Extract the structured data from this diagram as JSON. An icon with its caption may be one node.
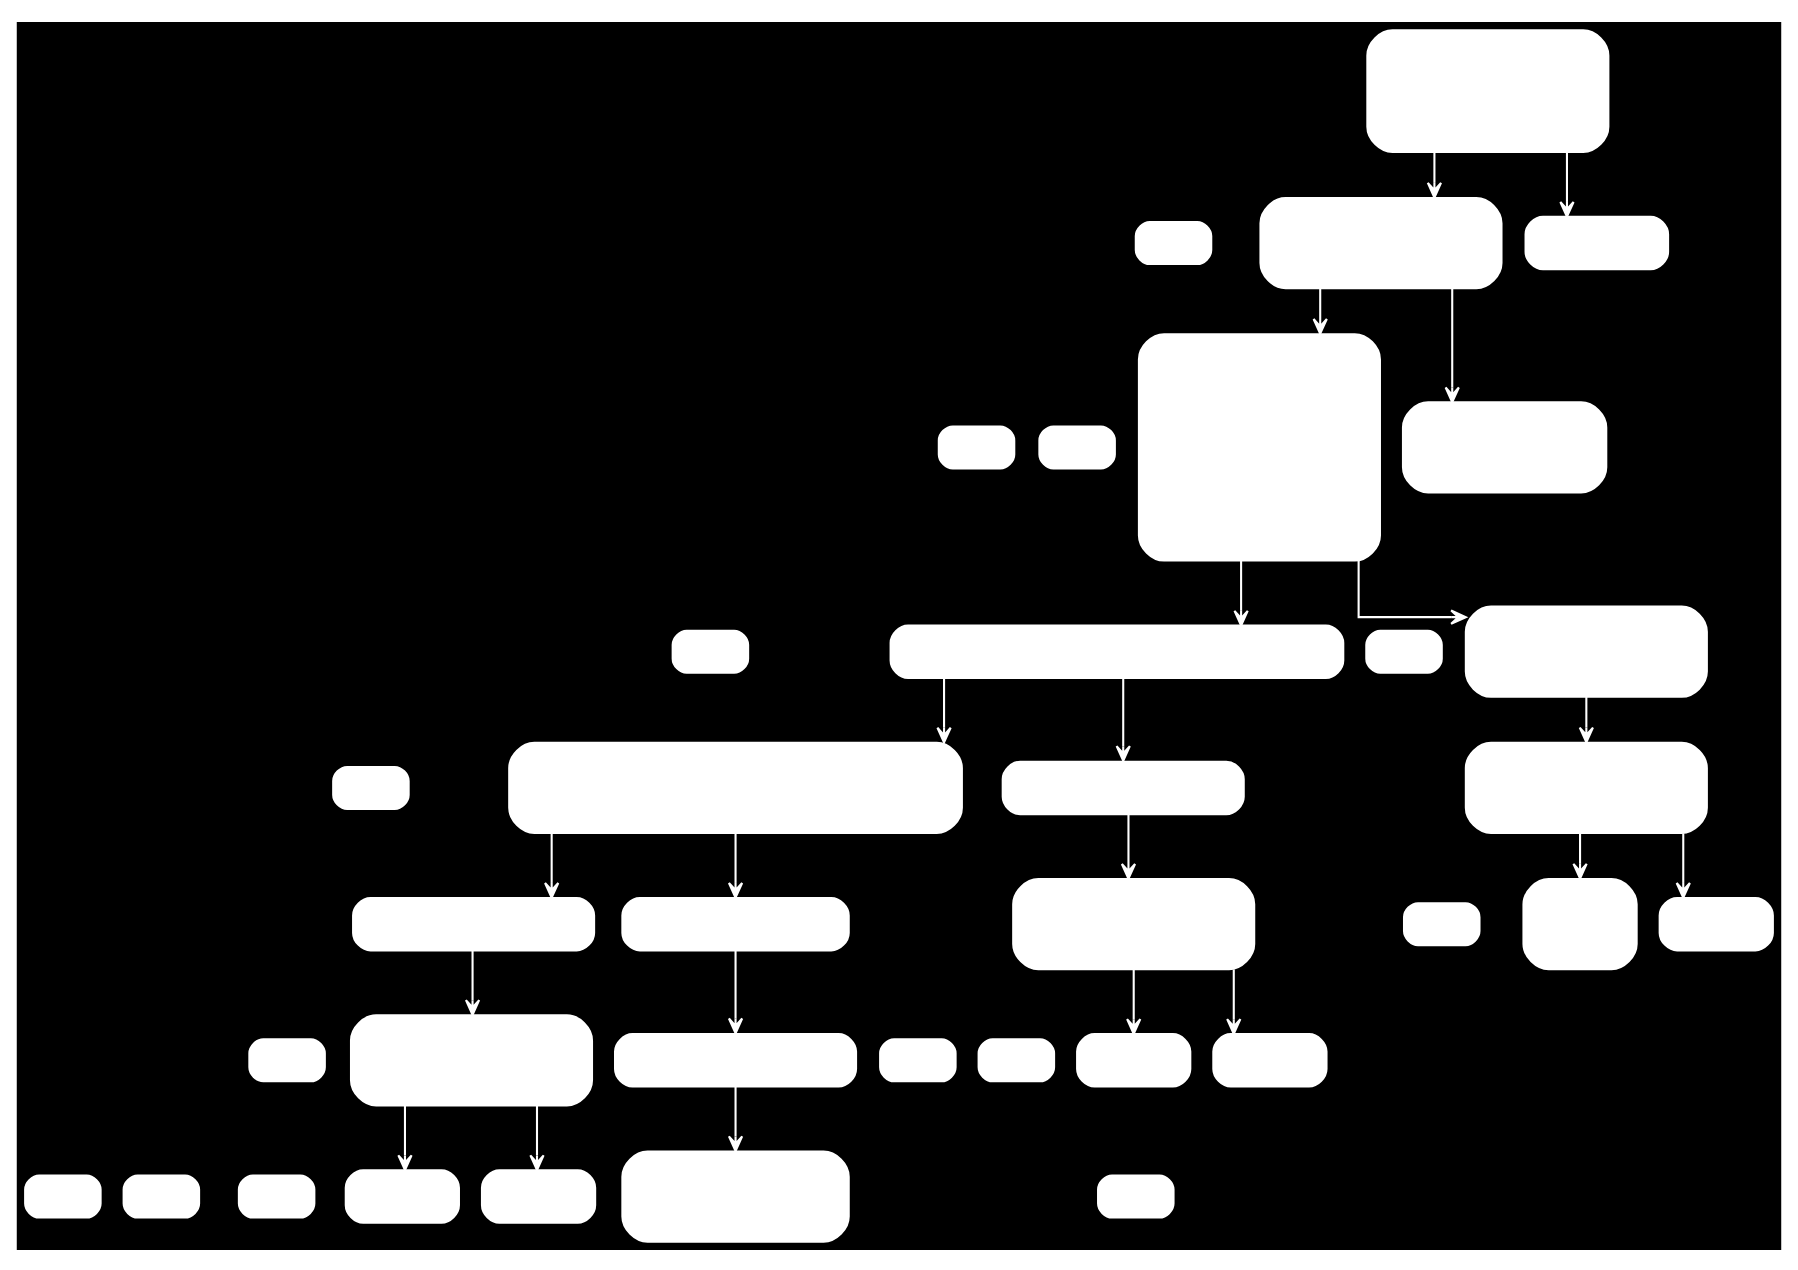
{
  "diagram": {
    "nodes": [
      {
        "text": [],
        "shape": "box"
      },
      {
        "text": [],
        "shape": "box"
      },
      {
        "text": [],
        "shape": "box"
      },
      {
        "text": [],
        "shape": "box"
      },
      {
        "text": [],
        "shape": "box"
      },
      {
        "text": [],
        "shape": "box"
      },
      {
        "text": [],
        "shape": "box"
      },
      {
        "text": [],
        "shape": "box"
      },
      {
        "text": [],
        "shape": "box"
      },
      {
        "text": [],
        "shape": "box"
      },
      {
        "text": [],
        "shape": "box"
      },
      {
        "text": [],
        "shape": "box"
      },
      {
        "text": [],
        "shape": "box"
      },
      {
        "text": [],
        "shape": "box"
      },
      {
        "text": [],
        "shape": "box"
      },
      {
        "text": [],
        "shape": "box"
      },
      {
        "text": [],
        "shape": "box"
      },
      {
        "text": [],
        "shape": "box"
      },
      {
        "text": [],
        "shape": "box"
      },
      {
        "text": [],
        "shape": "box"
      },
      {
        "text": [],
        "shape": "box"
      },
      {
        "text": [],
        "shape": "box"
      },
      {
        "text": [],
        "shape": "box"
      },
      {
        "text": [],
        "shape": "box"
      },
      {
        "text": [],
        "shape": "box"
      },
      {
        "text": [],
        "shape": "box"
      },
      {
        "text": [],
        "shape": "box"
      },
      {
        "text": [],
        "shape": "box"
      },
      {
        "text": [],
        "shape": "box"
      },
      {
        "text": [],
        "shape": "box"
      },
      {
        "text": [],
        "shape": "box"
      },
      {
        "text": [],
        "shape": "box"
      },
      {
        "text": [],
        "shape": "box"
      },
      {
        "text": [],
        "shape": "box"
      },
      {
        "text": [],
        "shape": "box"
      },
      {
        "text": [],
        "shape": "box"
      }
    ],
    "edges": [
      {
        "from": 0,
        "to": 3,
        "arrow": "to"
      },
      {
        "from": 0,
        "to": 20,
        "arrow": "to"
      },
      {
        "from": 3,
        "to": 6,
        "arrow": "to"
      },
      {
        "from": 3,
        "to": 19,
        "arrow": "to"
      },
      {
        "from": 6,
        "to": 8,
        "arrow": "to"
      },
      {
        "from": 6,
        "to": 15,
        "arrow": "to"
      },
      {
        "from": 8,
        "to": 16,
        "arrow": "to"
      },
      {
        "from": 8,
        "to": 11,
        "arrow": "to"
      },
      {
        "from": 11,
        "to": 17,
        "arrow": "to"
      },
      {
        "from": 11,
        "to": 18,
        "arrow": "to"
      },
      {
        "from": 15,
        "to": 21,
        "arrow": "to"
      },
      {
        "from": 16,
        "to": 22,
        "arrow": "to"
      },
      {
        "from": 17,
        "to": 23,
        "arrow": "to"
      },
      {
        "from": 18,
        "to": 24,
        "arrow": "to"
      },
      {
        "from": 21,
        "to": 29,
        "arrow": "to"
      },
      {
        "from": 21,
        "to": 30,
        "arrow": "to"
      },
      {
        "from": 22,
        "to": 31,
        "arrow": "to"
      },
      {
        "from": 22,
        "to": 32,
        "arrow": "to"
      },
      {
        "from": 23,
        "to": 33,
        "arrow": "to"
      },
      {
        "from": 23,
        "to": 34,
        "arrow": "to"
      },
      {
        "from": 24,
        "to": 35,
        "arrow": "to"
      }
    ]
  }
}
